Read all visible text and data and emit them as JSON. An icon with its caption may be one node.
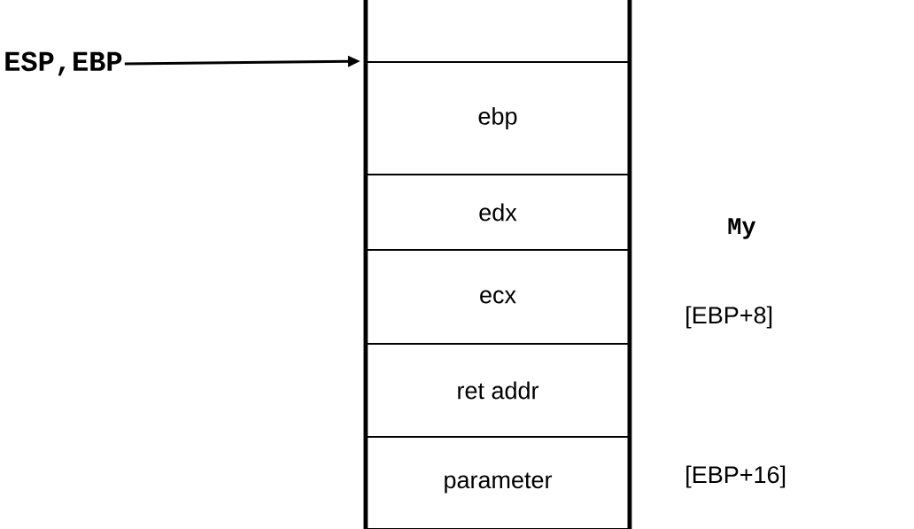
{
  "diagram": {
    "nodes": [
      {
        "text": [
          "ESP,EBP"
        ]
      },
      {
        "text": [
          "ebp"
        ]
      },
      {
        "text": [
          "edx"
        ]
      },
      {
        "text": [
          "ecx"
        ]
      },
      {
        "text": [
          "ret addr"
        ]
      },
      {
        "text": [
          "parameter"
        ]
      }
    ],
    "edges": [
      {
        "from": 0,
        "to": 1,
        "arrow": "to"
      }
    ],
    "labels": [
      "My",
      "[EBP+8]",
      "[EBP+16]"
    ]
  }
}
